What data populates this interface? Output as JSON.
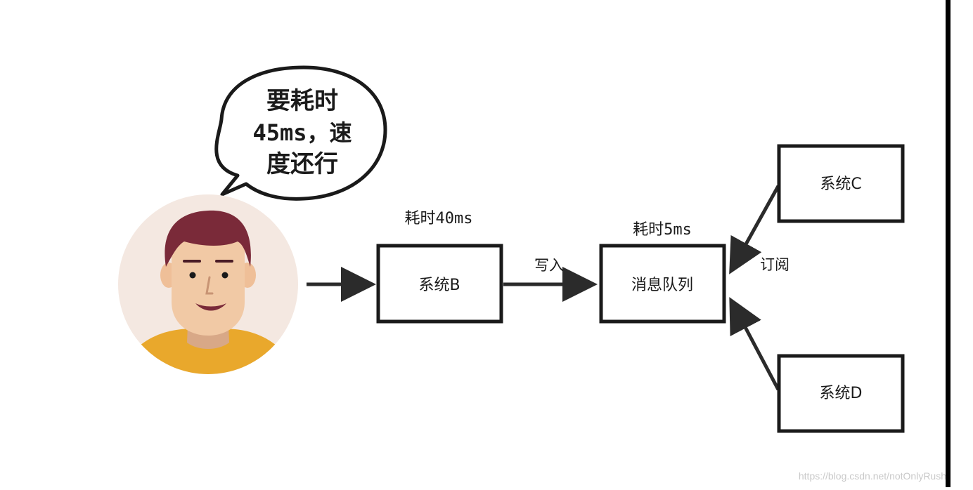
{
  "speech_bubble": {
    "line1": "要耗时",
    "line2": "45ms，速",
    "line3": "度还行"
  },
  "person": {
    "icon": "person-avatar-icon",
    "skin_color": "#f1c9a5",
    "hair_color": "#7a2a39",
    "shirt_color": "#e9a82c",
    "bg_color": "#f4e8e1"
  },
  "system_b": {
    "label": "系统B",
    "time_label": "耗时40ms"
  },
  "write_label": "写入",
  "message_queue": {
    "label": "消息队列",
    "time_label": "耗时5ms"
  },
  "subscribe_label": "订阅",
  "system_c": {
    "label": "系统C"
  },
  "system_d": {
    "label": "系统D"
  },
  "watermark": "https://blog.csdn.net/notOnlyRush",
  "colors": {
    "stroke": "#1a1a1a",
    "arrow": "#2b2b2b"
  }
}
